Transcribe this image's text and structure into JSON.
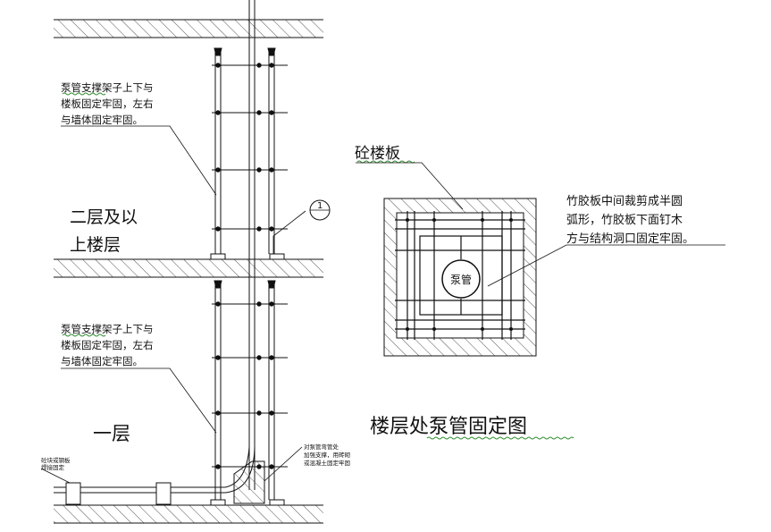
{
  "labels": {
    "frame_note_upper": [
      "泵管支撑架子上下与",
      "楼板固定牢固，左右",
      "与墙体固定牢固。"
    ],
    "frame_note_lower": [
      "泵管支撑架子上下与",
      "楼板固定牢固，左右",
      "与墙体固定牢固。"
    ],
    "floor_second": [
      "二层及以",
      "上楼层"
    ],
    "floor_first": "一层",
    "slab_label": "砼楼板",
    "plywood_note": [
      "竹胶板中间裁剪成半圆",
      "弧形，竹胶板下面钉木",
      "方与结构洞口固定牢固。"
    ],
    "pipe_label": "泵管",
    "detail_title": "楼层处泵管固定图",
    "section_marker": "1",
    "base_note": [
      "砼块或钢板",
      "焊接固定"
    ],
    "elbow_note": [
      "对泵管弯管处",
      "加强支撑，用砖砌",
      "或混凝土固定牢固"
    ]
  },
  "colors": {
    "line": "#111111",
    "hatch": "#444444",
    "underline": "#2e8b2e"
  }
}
